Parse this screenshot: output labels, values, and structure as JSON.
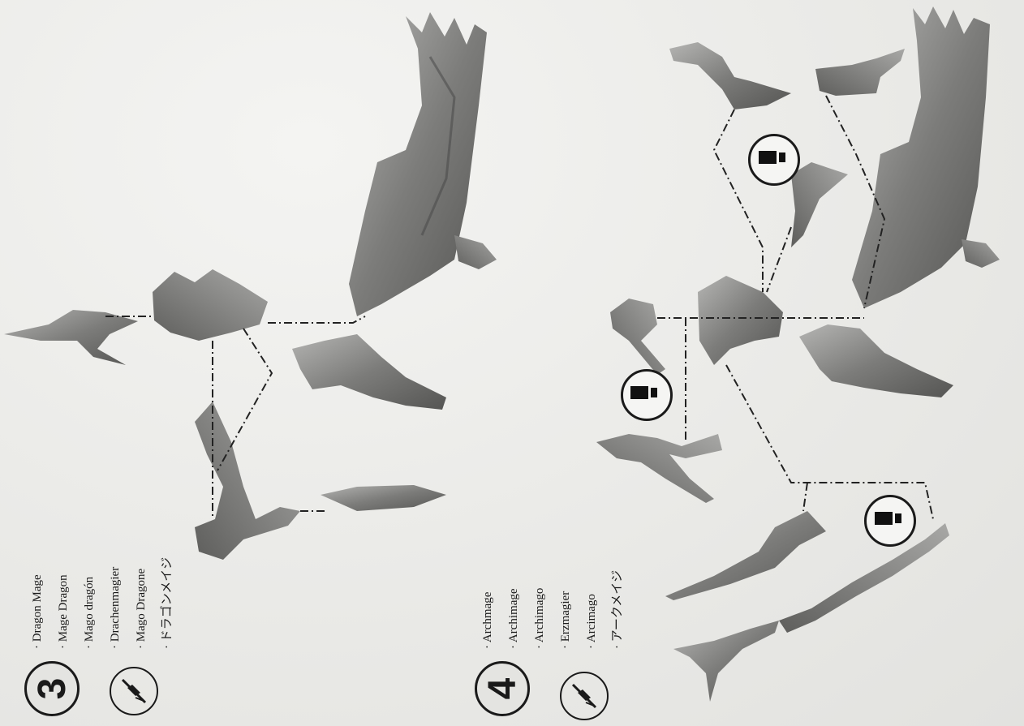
{
  "steps": [
    {
      "number": "3",
      "names": [
        "Dragon Mage",
        "Mage Dragon",
        "Mago dragón",
        "Drachenmagier",
        "Mago Dragone",
        "ドラゴンメイジ"
      ]
    },
    {
      "number": "4",
      "names": [
        "Archmage",
        "Archimage",
        "Archimago",
        "Erzmagier",
        "Arcimago",
        "アークメイジ"
      ]
    }
  ],
  "icons": {
    "clipper": "clipper-tool-icon",
    "warning": "exclamation-icon"
  },
  "colors": {
    "paper": "#ededeb",
    "ink": "#1a1a1a",
    "plastic": "#8a8a8a"
  }
}
